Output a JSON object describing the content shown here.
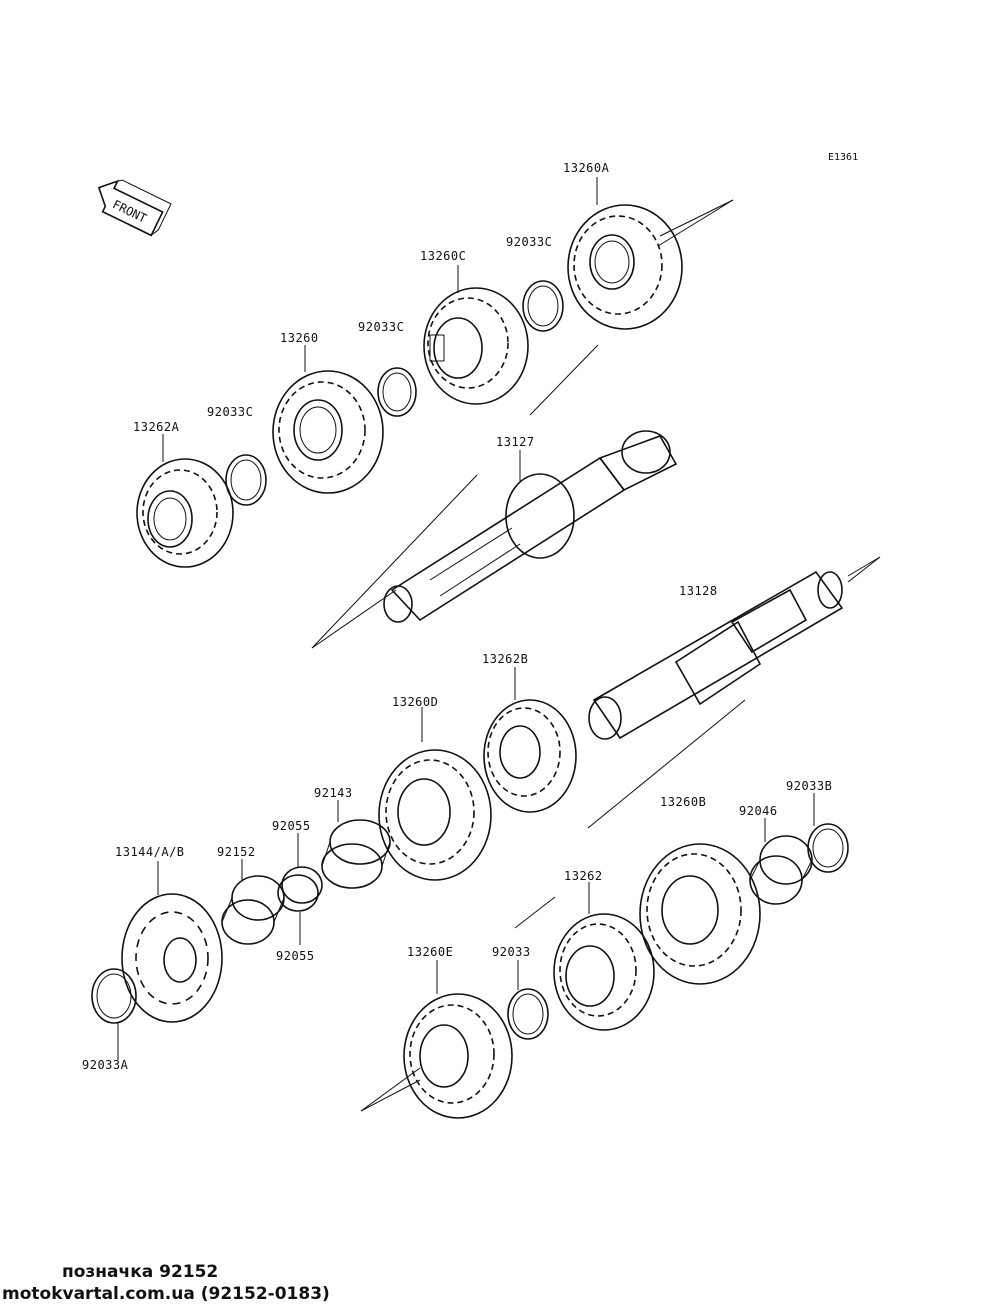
{
  "diagram": {
    "code": "E1361",
    "front_label": "FRONT",
    "labels": {
      "g13260A": "13260A",
      "c92033C_1": "92033C",
      "g13260C": "13260C",
      "c92033C_2": "92033C",
      "g13260": "13260",
      "c92033C_3": "92033C",
      "g13262A": "13262A",
      "s13127": "13127",
      "s13128": "13128",
      "g13262B": "13262B",
      "g13260D": "13260D",
      "b92143": "92143",
      "r92055_top": "92055",
      "r92055_bottom": "92055",
      "b92152": "92152",
      "sp13144": "13144/A/B",
      "c92033A": "92033A",
      "g13260B": "13260B",
      "b92046": "92046",
      "c92033B": "92033B",
      "g13262": "13262",
      "c92033": "92033",
      "g13260E": "13260E"
    }
  },
  "footer": {
    "line1": "позначка 92152",
    "line2": "motokvartal.com.ua (92152-0183)"
  }
}
